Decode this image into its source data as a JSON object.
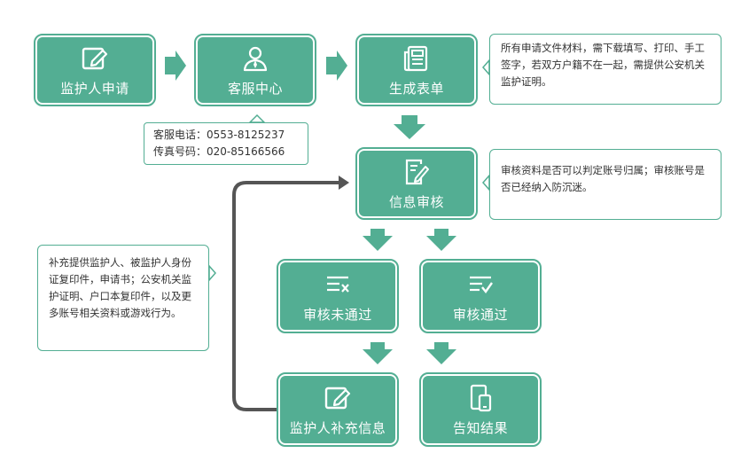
{
  "nodes": {
    "guardian_apply": {
      "label": "监护人申请",
      "icon": "pencil-square-icon"
    },
    "customer_service": {
      "label": "客服中心",
      "icon": "user-icon"
    },
    "generate_form": {
      "label": "生成表单",
      "icon": "document-icon"
    },
    "info_review": {
      "label": "信息审核",
      "icon": "edit-doc-icon"
    },
    "review_failed": {
      "label": "审核未通过",
      "icon": "list-cross-icon"
    },
    "review_passed": {
      "label": "审核通过",
      "icon": "list-check-icon"
    },
    "guardian_supplement": {
      "label": "监护人补充信息",
      "icon": "pencil-square-icon"
    },
    "notify_result": {
      "label": "告知结果",
      "icon": "phone-icon"
    }
  },
  "contact": {
    "phone": "客服电话：0553-8125237",
    "fax": "传真号码：020-85166566"
  },
  "notes": {
    "form_note": "所有申请文件材料，需下载填写、打印、手工签字，若双方户籍不在一起，需提供公安机关监护证明。",
    "review_note": "审核资料是否可以判定账号归属；审核账号是否已经纳入防沉迷。",
    "supplement_note": "补充提供监护人、被监护人身份证复印件，申请书；公安机关监护证明、户口本复印件，以及更多账号相关资料或游戏行为。"
  },
  "colors": {
    "primary": "#53ae93",
    "connector": "#555555"
  }
}
